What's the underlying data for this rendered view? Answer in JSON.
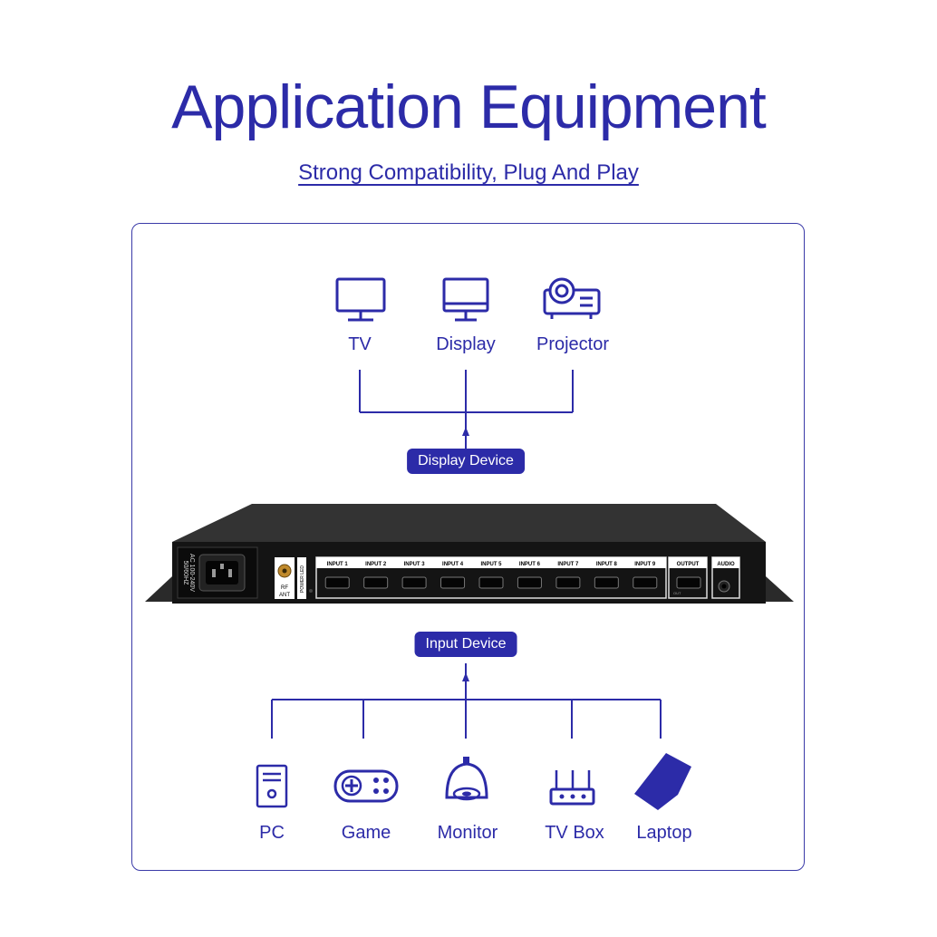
{
  "header": {
    "title": "Application Equipment",
    "subtitle": "Strong Compatibility, Plug And Play"
  },
  "display_devices": [
    {
      "label": "TV",
      "icon": "tv-icon"
    },
    {
      "label": "Display",
      "icon": "monitor-display-icon"
    },
    {
      "label": "Projector",
      "icon": "projector-icon"
    }
  ],
  "display_group_label": "Display Device",
  "input_group_label": "Input Device",
  "input_devices": [
    {
      "label": "PC",
      "icon": "pc-tower-icon"
    },
    {
      "label": "Game",
      "icon": "gamepad-icon"
    },
    {
      "label": "Monitor",
      "icon": "camera-dome-icon"
    },
    {
      "label": "TV Box",
      "icon": "tv-box-icon"
    },
    {
      "label": "Laptop",
      "icon": "laptop-icon"
    }
  ],
  "device_panel": {
    "power_text": "AC 100-240V 50/60HZ",
    "rf_label": "RF ANT",
    "led_label": "POWER LED",
    "input_ports": [
      "INPUT 1",
      "INPUT 2",
      "INPUT 3",
      "INPUT 4",
      "INPUT 5",
      "INPUT 6",
      "INPUT 7",
      "INPUT 8",
      "INPUT 9"
    ],
    "output_label": "OUTPUT",
    "output_sub": "OUT",
    "audio_label": "AUDIO"
  },
  "colors": {
    "accent": "#2c2ba8",
    "panel_body": "#1c1c1c",
    "panel_face": "#111111"
  }
}
